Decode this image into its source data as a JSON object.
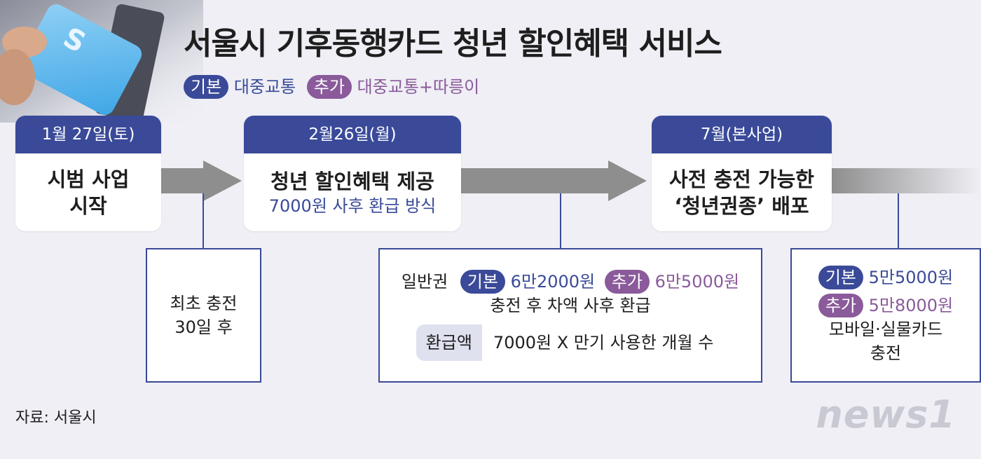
{
  "title": "서울시 기후동행카드 청년 할인혜택 서비스",
  "legend": {
    "basic_tag": "기본",
    "basic_text": "대중교통",
    "extra_tag": "추가",
    "extra_text": "대중교통+따릉이"
  },
  "stages": [
    {
      "date": "1월 27일(토)",
      "line1": "시범 사업",
      "line2": "시작",
      "sub": ""
    },
    {
      "date": "2월26일(월)",
      "line1": "청년 할인혜택 제공",
      "line2": "",
      "sub": "7000원 사후 환급 방식"
    },
    {
      "date": "7월(본사업)",
      "line1": "사전 충전 가능한",
      "line2": "‘청년권종’ 배포",
      "sub": ""
    }
  ],
  "details": {
    "first": {
      "line1": "최초 충전",
      "line2": "30일 후"
    },
    "second": {
      "prefix": "일반권",
      "basic_tag": "기본",
      "basic_amount": "6만2000원",
      "extra_tag": "추가",
      "extra_amount": "6만5000원",
      "line2": "충전 후 차액 사후 환급",
      "formula_label": "환급액",
      "formula_value": "7000원 X 만기 사용한 개월 수"
    },
    "third": {
      "basic_tag": "기본",
      "basic_amount": "5만5000원",
      "extra_tag": "추가",
      "extra_amount": "5만8000원",
      "line3": "모바일·실물카드",
      "line4": "충전"
    }
  },
  "source": "자료: 서울시",
  "logo": "news1",
  "colors": {
    "navy": "#3a4a99",
    "purple": "#8a5a9a",
    "arrow": "#8e8e8e",
    "background": "#efeff5"
  }
}
